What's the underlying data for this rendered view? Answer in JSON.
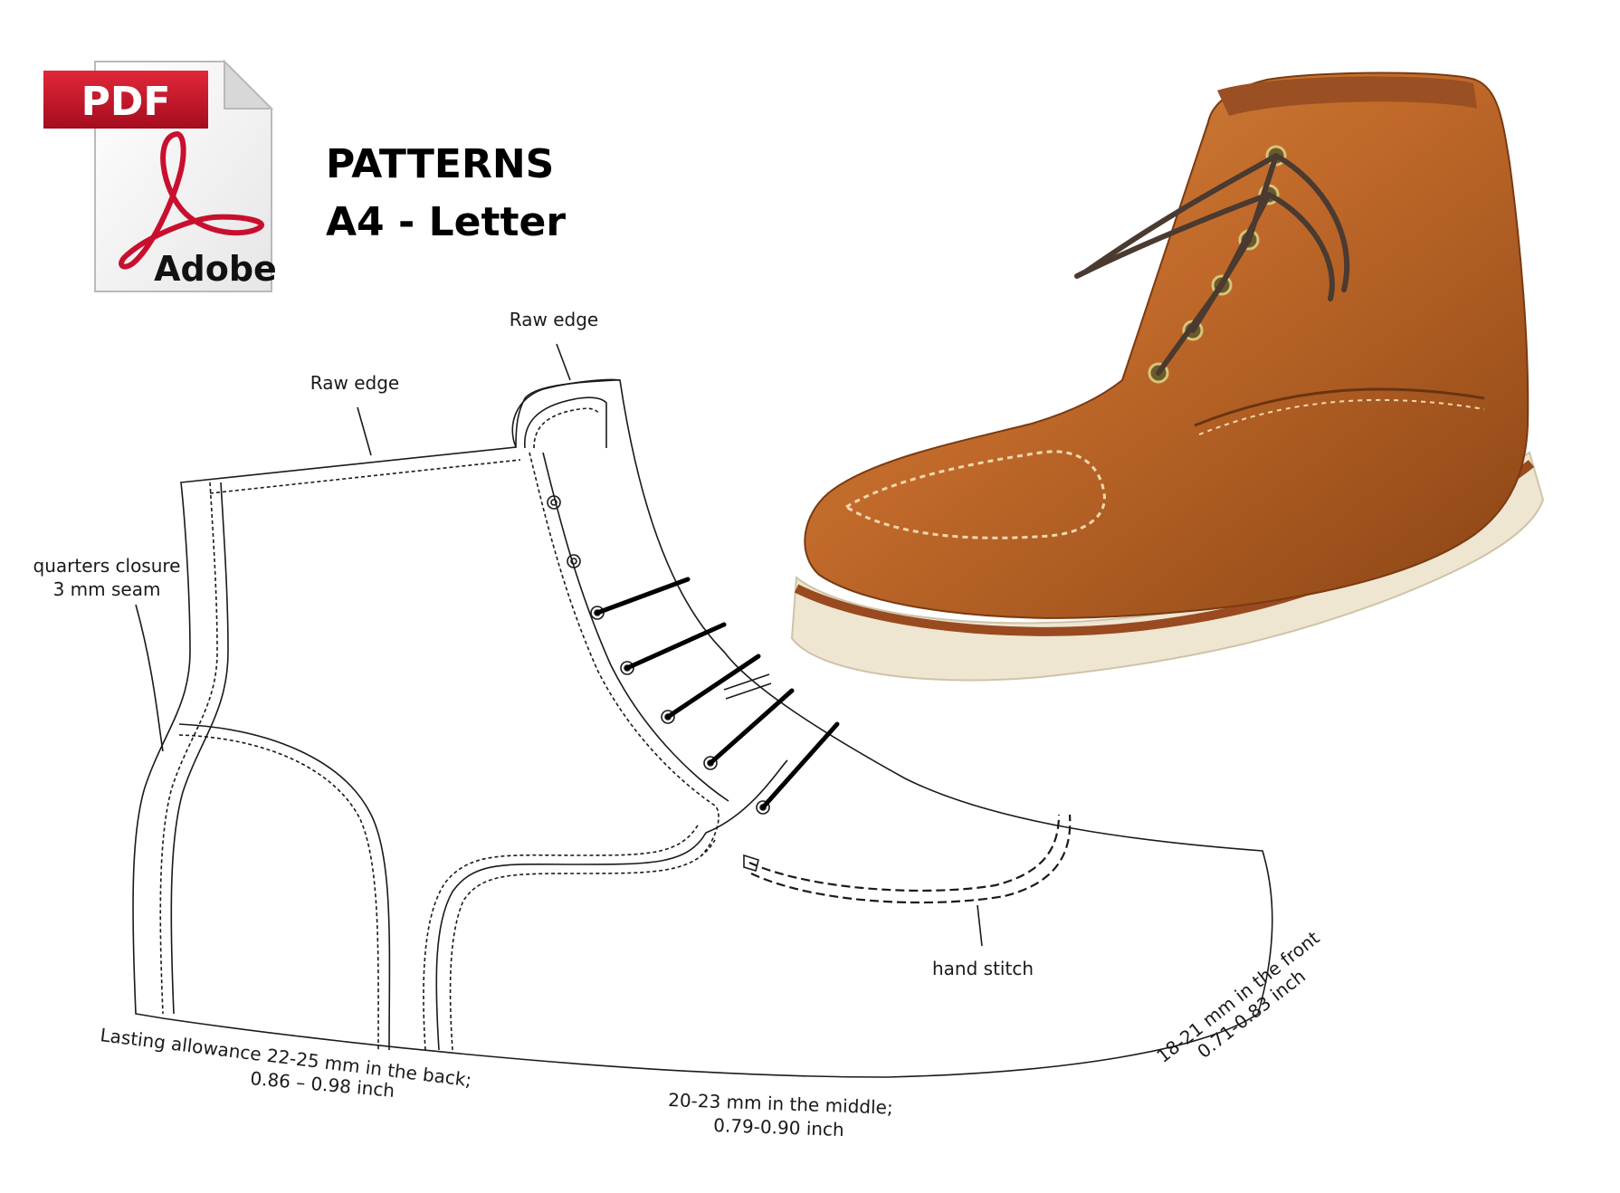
{
  "pdf_icon": {
    "badge": "PDF",
    "brand": "Adobe",
    "accent": "#c8102e"
  },
  "header": {
    "line1": "PATTERNS",
    "line2": "A4 - Letter"
  },
  "annotations": {
    "raw_edge_top": "Raw edge",
    "raw_edge_left": "Raw edge",
    "quarters_closure_1": "quarters closure",
    "quarters_closure_2": "3 mm seam",
    "hand_stitch": "hand stitch",
    "lasting_back_1": "Lasting allowance 22-25 mm in the back;",
    "lasting_back_2": "0.86 – 0.98 inch",
    "lasting_middle_1": "20-23 mm in the middle;",
    "lasting_middle_2": "0.79-0.90 inch",
    "lasting_front_1": "18-21 mm in the front",
    "lasting_front_2": "0.71-0.83 inch"
  },
  "colors": {
    "leather": "#c0692a",
    "leather_dark": "#8a4414",
    "sole": "#efe6d2",
    "lace": "#4a3a30",
    "outline": "#1a1a1a"
  }
}
